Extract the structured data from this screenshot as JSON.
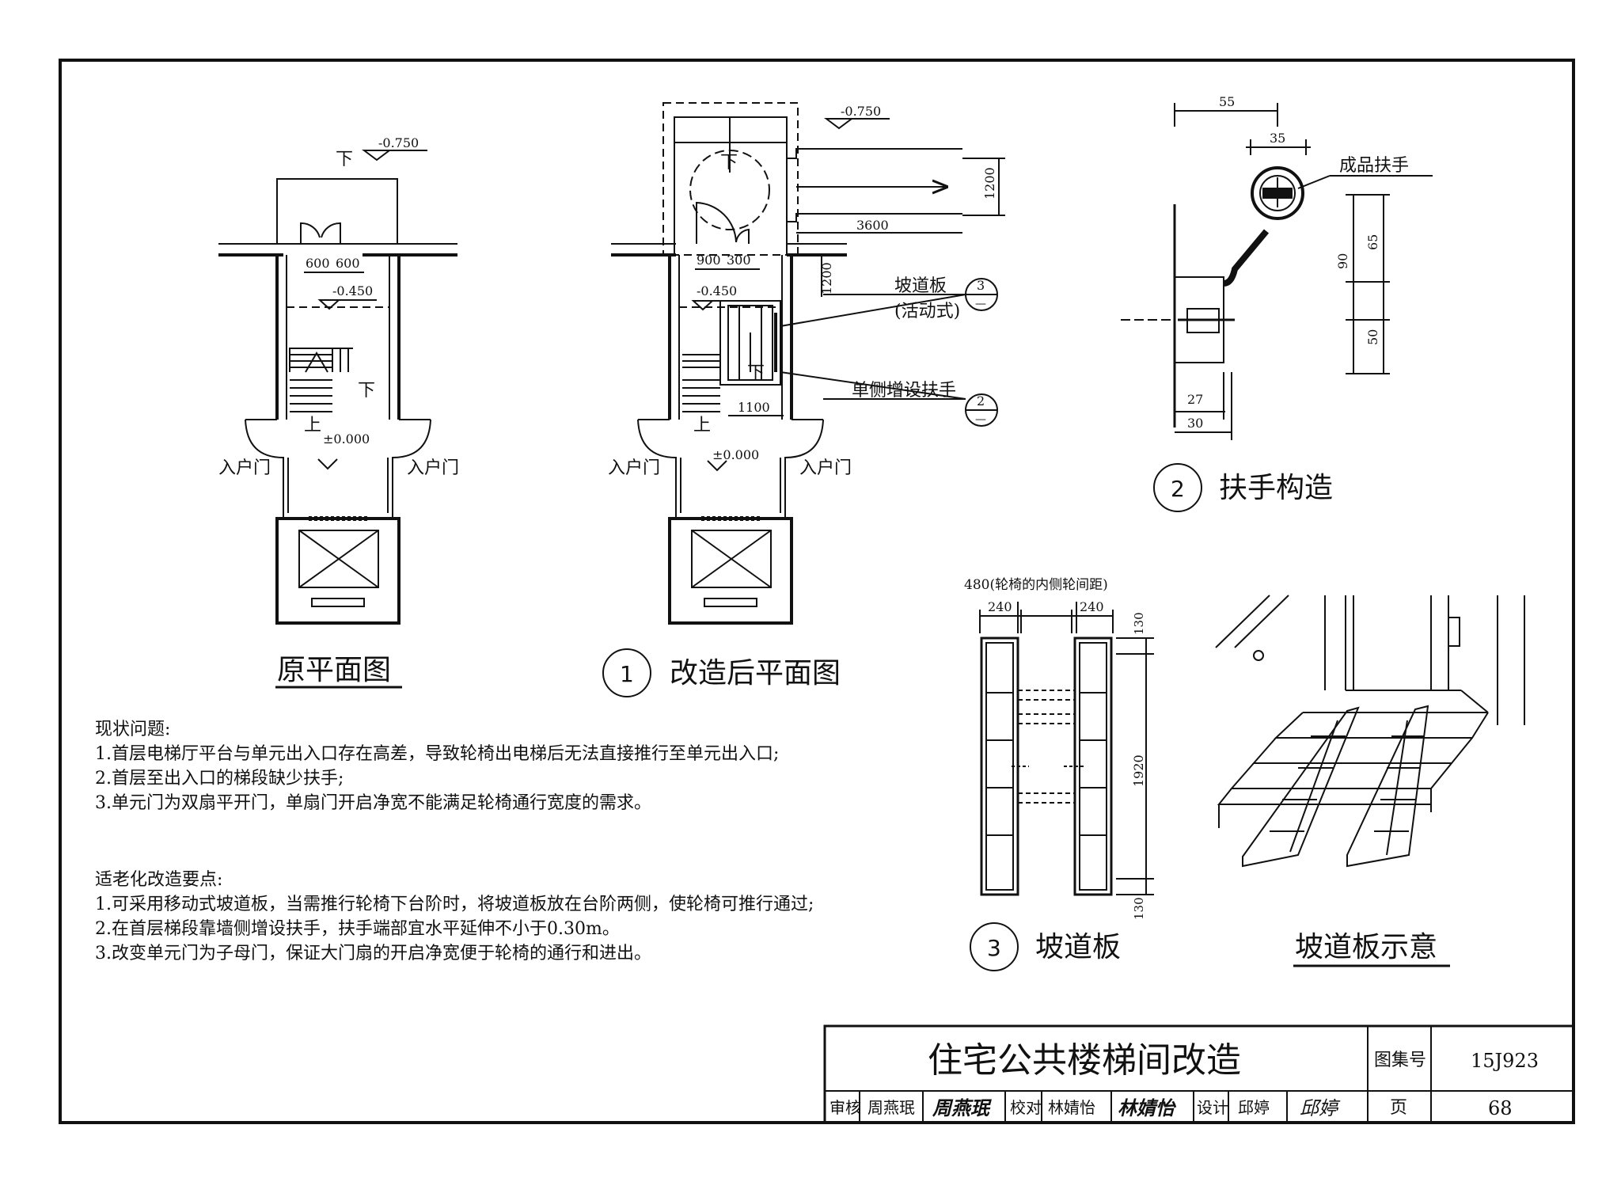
{
  "drawings": {
    "original_plan": {
      "title": "原平面图",
      "elev_top": "-0.750",
      "elev_landing": "-0.450",
      "elev_ground": "±0.000",
      "dim_left": "600",
      "dim_right": "600",
      "down_label_1": "下",
      "down_label_2": "下",
      "up_label": "上",
      "door_left": "入户门",
      "door_right": "入户门"
    },
    "modified_plan": {
      "number": "1",
      "title": "改造后平面图",
      "elev_top": "-0.750",
      "elev_landing": "-0.450",
      "elev_ground": "±0.000",
      "dim_900": "900",
      "dim_300": "300",
      "dim_1200_v": "1200",
      "dim_1200_h": "1200",
      "dim_3600": "3600",
      "dim_1100": "1100",
      "down_label_1": "下",
      "down_label_2": "下",
      "up_label": "上",
      "door_left": "入户门",
      "door_right": "入户门",
      "ramp_label": "坡道板",
      "ramp_label_sub": "(活动式)",
      "ramp_ref": "3",
      "handrail_label": "单侧增设扶手",
      "handrail_ref": "2",
      "ref_dash": "—"
    },
    "handrail_detail": {
      "number": "2",
      "title": "扶手构造",
      "label": "成品扶手",
      "dim_55": "55",
      "dim_35": "35",
      "dim_65": "65",
      "dim_90": "90",
      "dim_50": "50",
      "dim_27": "27",
      "dim_30": "30"
    },
    "ramp_board": {
      "number": "3",
      "title": "坡道板",
      "top_label": "480(轮椅的内侧轮间距)",
      "dim_240_left": "240",
      "dim_240_right": "240",
      "dim_130_top": "130",
      "dim_1920": "1920",
      "dim_130_bottom": "130"
    },
    "ramp_sketch": {
      "title": "坡道板示意"
    }
  },
  "notes": {
    "problems_title": "现状问题:",
    "problems": [
      "1.首层电梯厅平台与单元出入口存在高差，导致轮椅出电梯后无法直接推行至单元出入口;",
      "2.首层至出入口的梯段缺少扶手;",
      "3.单元门为双扇平开门，单扇门开启净宽不能满足轮椅通行宽度的需求。"
    ],
    "points_title": "适老化改造要点:",
    "points": [
      "1.可采用移动式坡道板，当需推行轮椅下台阶时，将坡道板放在台阶两侧，使轮椅可推行通过;",
      "2.在首层梯段靠墙侧增设扶手，扶手端部宜水平延伸不小于0.30m。",
      "3.改变单元门为子母门，保证大门扇的开启净宽便于轮椅的通行和进出。"
    ]
  },
  "title_block": {
    "title": "住宅公共楼梯间改造",
    "atlas_label": "图集号",
    "atlas_no": "15J923",
    "page_label": "页",
    "page_no": "68",
    "review_label": "审核",
    "reviewer": "周燕珉",
    "check_label": "校对",
    "checker": "林婧怡",
    "design_label": "设计",
    "designer": "邱婷",
    "sig_reviewer": "周燕珉",
    "sig_checker": "林婧怡",
    "sig_designer": "邱婷"
  }
}
